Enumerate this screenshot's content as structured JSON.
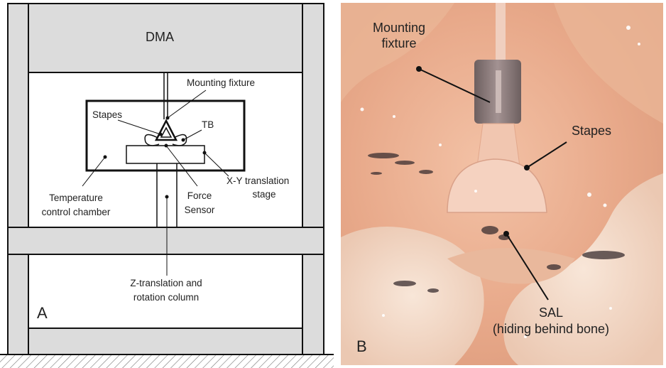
{
  "panel_a": {
    "panel_label": "A",
    "labels": {
      "dma": "DMA",
      "mounting_fixture": "Mounting fixture",
      "stapes": "Stapes",
      "tb": "TB",
      "temperature_line1": "Temperature",
      "temperature_line2": "control chamber",
      "force_line1": "Force",
      "force_line2": "Sensor",
      "xy_line1": "X-Y translation",
      "xy_line2": "stage",
      "z_line1": "Z-translation and",
      "z_line2": "rotation column"
    }
  },
  "panel_b": {
    "panel_label": "B",
    "labels": {
      "mounting_line1": "Mounting",
      "mounting_line2": "fixture",
      "stapes": "Stapes",
      "sal_line1": "SAL",
      "sal_line2": "(hiding behind bone)"
    },
    "colors": {
      "tissue_base": "#e8a98a",
      "tissue_light": "#f2c7ae",
      "fixture": "#8a7a78",
      "bone": "#f3dccb"
    }
  }
}
